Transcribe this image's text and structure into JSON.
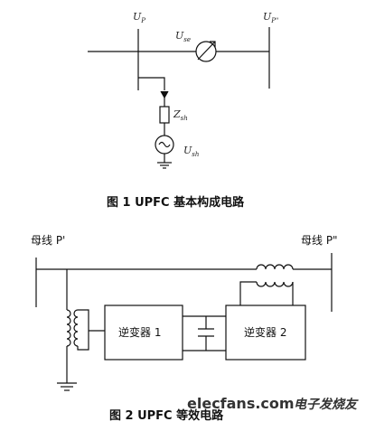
{
  "figure1": {
    "label_up": "U",
    "label_up_sub": "P",
    "label_upp": "U",
    "label_upp_sub": "P\"",
    "label_use": "U",
    "label_use_sub": "se",
    "label_zsh": "Z",
    "label_zsh_sub": "sh",
    "label_ush": "U",
    "label_ush_sub": "sh",
    "caption": "图 1   UPFC 基本构成电路"
  },
  "figure2": {
    "bus_left": "母线 P'",
    "bus_right": "母线 P\"",
    "inverter1": "逆变器 1",
    "inverter2": "逆变器 2",
    "caption": "图 2   UPFC 等效电路"
  },
  "watermark": {
    "site": "elecfans.com",
    "site_cn": "电子发烧友"
  }
}
